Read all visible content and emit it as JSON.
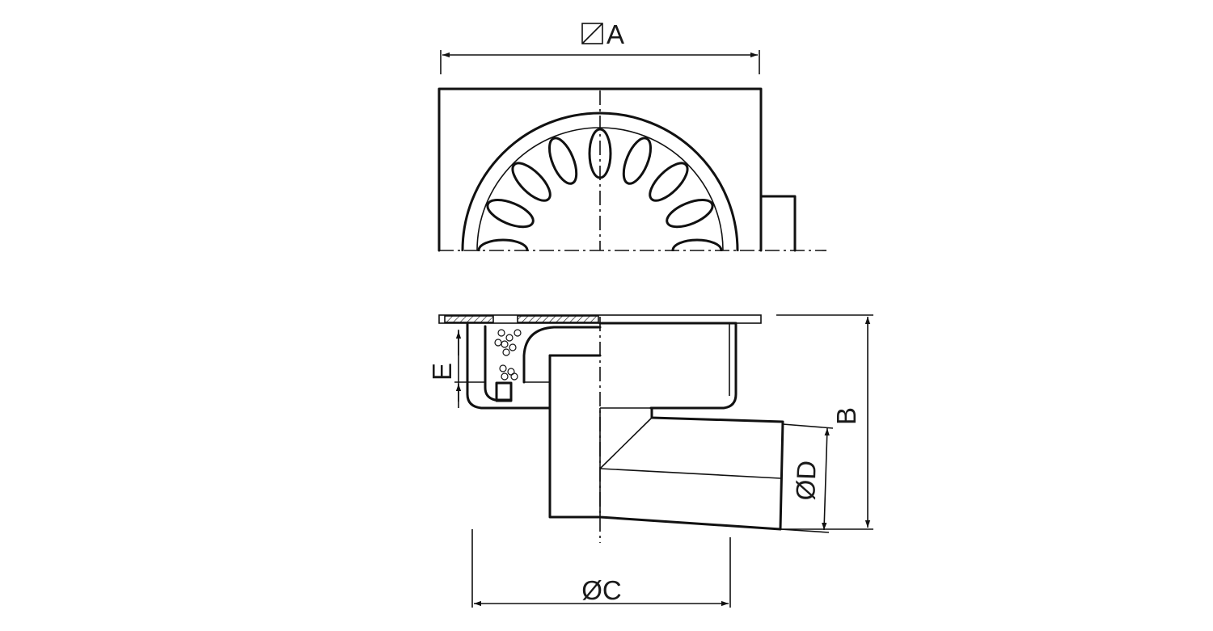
{
  "dimensions": {
    "square_a": "A",
    "height_b": "B",
    "diameter_c": "ØC",
    "diameter_d": "ØD",
    "depth_e": "E"
  }
}
